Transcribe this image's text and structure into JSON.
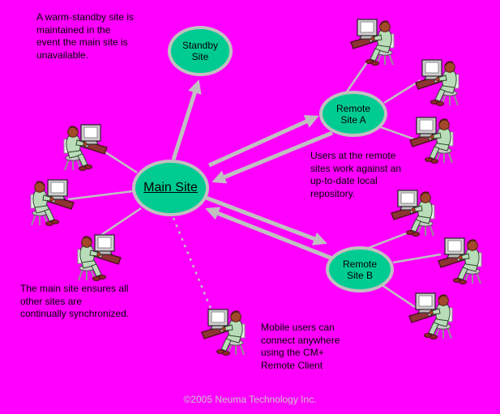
{
  "background_color": "#FF00FF",
  "colors": {
    "node_fill": "#00CC92",
    "node_border": "#C0C0C0",
    "connector": "#C0C0C0",
    "text": "#000000",
    "footer_text": "#C6C6C6"
  },
  "nodes": {
    "standby_site": {
      "line1": "Standby",
      "line2": "Site"
    },
    "main_site": {
      "label": "Main Site"
    },
    "remote_site_a": {
      "line1": "Remote",
      "line2": "Site A"
    },
    "remote_site_b": {
      "line1": "Remote",
      "line2": "Site B"
    }
  },
  "annotations": {
    "warm_standby": "A warm-standby site is\nmaintained in the\nevent the main site is\nunavailable.",
    "remote_users": "Users at the remote\nsites work against an\nup-to-date local\nrepository.",
    "main_sync": "The main site ensures all\nother sites are\ncontinually synchronized.",
    "mobile_users": "Mobile users can\nconnect anywhere\nusing the CM+\nRemote Client"
  },
  "footer": "©2005 Neuma Technology Inc.",
  "icons": {
    "user_at_computer": "user-at-computer-icon",
    "groups": [
      {
        "near": "remote-site-a",
        "count": 3
      },
      {
        "near": "main-site",
        "count": 3
      },
      {
        "near": "remote-site-b",
        "count": 3
      },
      {
        "near": "mobile-user",
        "count": 1
      }
    ]
  }
}
